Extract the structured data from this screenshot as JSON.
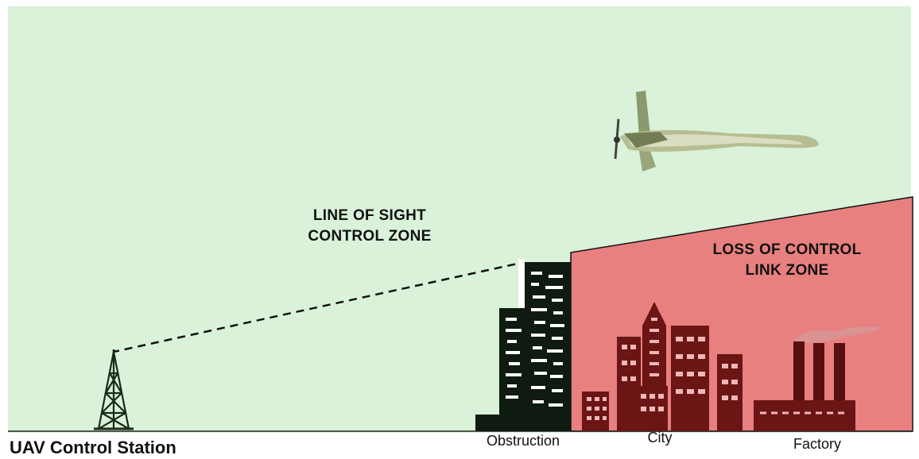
{
  "labels": {
    "los_line1": "LINE OF SIGHT",
    "los_line2": "CONTROL ZONE",
    "loss_line1": "LOSS OF CONTROL",
    "loss_line2": "LINK ZONE",
    "station": "UAV Control Station",
    "obstruction": "Obstruction",
    "city": "City",
    "factory": "Factory"
  },
  "icons": [
    "radio-tower-icon",
    "uav-drone-icon",
    "obstruction-building-icon",
    "city-buildings-icon",
    "factory-icon"
  ],
  "colors": {
    "sky": "#d9f2d9",
    "loss_zone": "#e88080",
    "building_dark": "#6b1515",
    "obstruction": "#0f1a10",
    "tower": "#1a2a18"
  }
}
